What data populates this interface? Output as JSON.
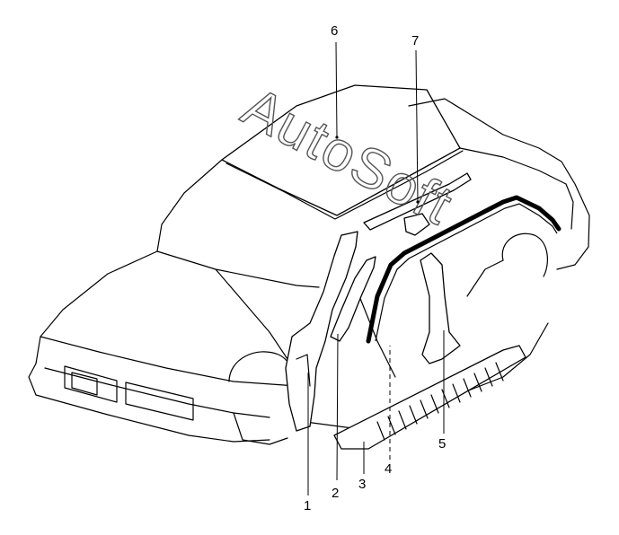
{
  "watermark": {
    "text": "AutoSoft"
  },
  "labels": [
    "1",
    "2",
    "3",
    "4",
    "5",
    "6",
    "7"
  ]
}
